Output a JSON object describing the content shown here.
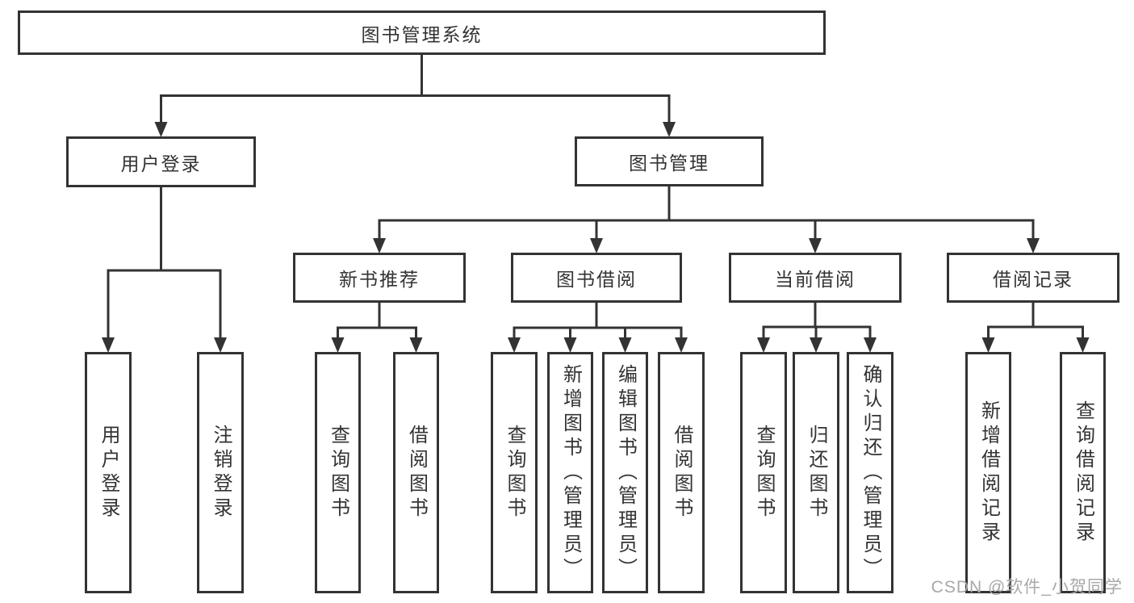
{
  "diagram": {
    "type": "tree-diagram",
    "title": "图书管理系统",
    "watermark": "CSDN @软件_小贺同学",
    "colors": {
      "line": "#333333",
      "text": "#333333",
      "box_fill": "#ffffff",
      "background": "#ffffff",
      "watermark": "#a8a8a8"
    },
    "nodes": [
      {
        "id": "book-management-system",
        "label": "图书管理系统",
        "parent": null
      },
      {
        "id": "user-login",
        "label": "用户登录",
        "parent": "book-management-system"
      },
      {
        "id": "book-management",
        "label": "图书管理",
        "parent": "book-management-system"
      },
      {
        "id": "user-login-leaf",
        "label": "用户登录",
        "parent": "user-login"
      },
      {
        "id": "logout-leaf",
        "label": "注销登录",
        "parent": "user-login"
      },
      {
        "id": "new-book-recommend",
        "label": "新书推荐",
        "parent": "book-management"
      },
      {
        "id": "book-borrowing",
        "label": "图书借阅",
        "parent": "book-management"
      },
      {
        "id": "current-borrowing",
        "label": "当前借阅",
        "parent": "book-management"
      },
      {
        "id": "borrowing-records",
        "label": "借阅记录",
        "parent": "book-management"
      },
      {
        "id": "query-books-recommend",
        "label": "查询图书",
        "parent": "new-book-recommend"
      },
      {
        "id": "borrow-books-recommend",
        "label": "借阅图书",
        "parent": "new-book-recommend"
      },
      {
        "id": "query-books-borrowing",
        "label": "查询图书",
        "parent": "book-borrowing"
      },
      {
        "id": "add-books-admin",
        "label": "新增图书（管理员）",
        "parent": "book-borrowing"
      },
      {
        "id": "edit-books-admin",
        "label": "编辑图书（管理员）",
        "parent": "book-borrowing"
      },
      {
        "id": "borrow-books-borrowing",
        "label": "借阅图书",
        "parent": "book-borrowing"
      },
      {
        "id": "query-books-current",
        "label": "查询图书",
        "parent": "current-borrowing"
      },
      {
        "id": "return-books",
        "label": "归还图书",
        "parent": "current-borrowing"
      },
      {
        "id": "confirm-return-admin",
        "label": "确认归还（管理员）",
        "parent": "current-borrowing"
      },
      {
        "id": "add-borrow-record",
        "label": "新增借阅记录",
        "parent": "borrowing-records"
      },
      {
        "id": "query-borrow-record",
        "label": "查询借阅记录",
        "parent": "borrowing-records"
      }
    ]
  }
}
